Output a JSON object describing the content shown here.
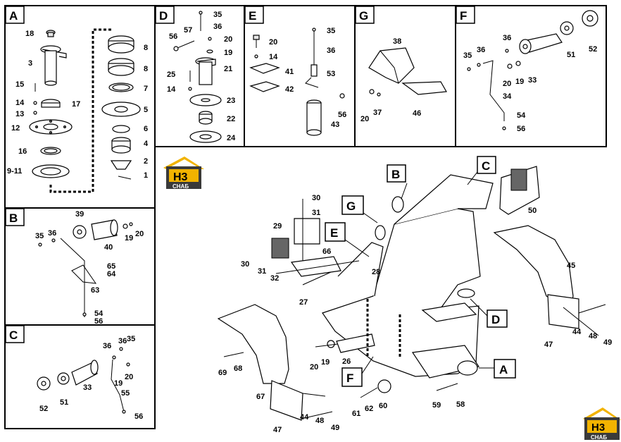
{
  "panels": {
    "A": {
      "title": "A",
      "labels": [
        "18",
        "3",
        "15",
        "14",
        "13",
        "12",
        "16",
        "9-11",
        "17",
        "8",
        "8",
        "7",
        "5",
        "6",
        "4",
        "2",
        "1"
      ]
    },
    "B": {
      "title": "B",
      "labels": [
        "35",
        "36",
        "39",
        "40",
        "19",
        "20",
        "65",
        "64",
        "63",
        "54",
        "56"
      ]
    },
    "C": {
      "title": "C",
      "labels": [
        "52",
        "51",
        "33",
        "36",
        "36",
        "35",
        "20",
        "19",
        "55",
        "56"
      ]
    },
    "D": {
      "title": "D",
      "labels": [
        "35",
        "36",
        "56",
        "57",
        "20",
        "19",
        "21",
        "25",
        "14",
        "23",
        "22",
        "24"
      ]
    },
    "E": {
      "title": "E",
      "labels": [
        "20",
        "14",
        "41",
        "42",
        "35",
        "36",
        "53",
        "56",
        "43"
      ]
    },
    "G": {
      "title": "G",
      "labels": [
        "38",
        "37",
        "20",
        "46"
      ]
    },
    "F": {
      "title": "F",
      "labels": [
        "36",
        "35",
        "36",
        "20",
        "19",
        "33",
        "51",
        "52",
        "34",
        "54",
        "56"
      ]
    }
  },
  "main": {
    "callouts": [
      "B",
      "C",
      "G",
      "E",
      "D",
      "A",
      "F"
    ],
    "labels": [
      "30",
      "31",
      "29",
      "66",
      "30",
      "31",
      "32",
      "28",
      "27",
      "50",
      "45",
      "47",
      "44",
      "48",
      "49",
      "26",
      "20",
      "19",
      "69",
      "68",
      "67",
      "47",
      "44",
      "48",
      "49",
      "61",
      "62",
      "60",
      "59",
      "58"
    ]
  },
  "logo": {
    "mark": "H3",
    "caption": "СНАБ"
  }
}
